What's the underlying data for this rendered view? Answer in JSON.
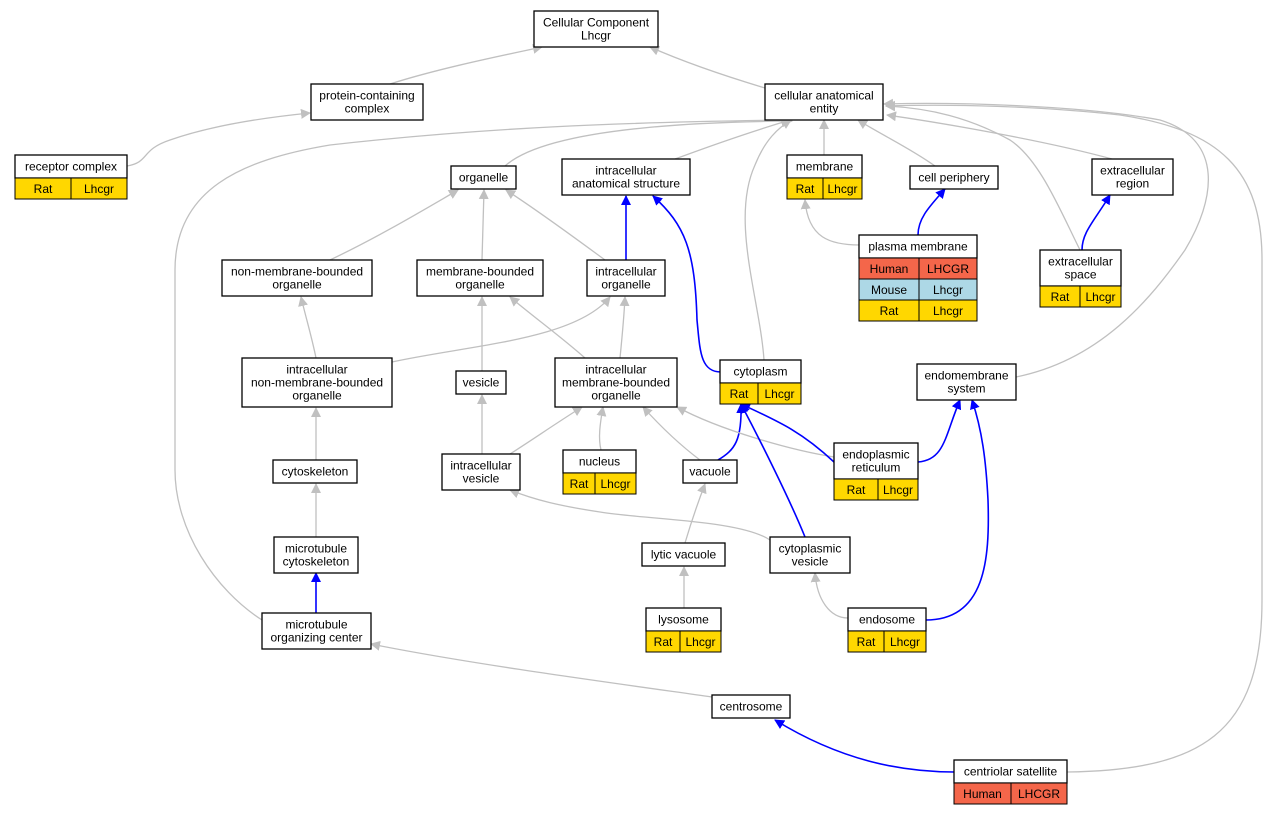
{
  "diagram": {
    "colors": {
      "human": "#f4664a",
      "mouse": "#add8e6",
      "rat": "#ffd700",
      "is_a_edge": "#c0c0c0",
      "part_of_edge": "#0000ff"
    },
    "nodes": [
      {
        "id": "cellular-component",
        "lines": [
          "Cellular Component",
          "Lhcgr"
        ],
        "rows": []
      },
      {
        "id": "protein-containing-complex",
        "lines": [
          "protein-containing",
          "complex"
        ],
        "rows": []
      },
      {
        "id": "cellular-anatomical-entity",
        "lines": [
          "cellular anatomical",
          "entity"
        ],
        "rows": []
      },
      {
        "id": "receptor-complex",
        "lines": [
          "receptor complex"
        ],
        "rows": [
          {
            "species": "Rat",
            "gene": "Lhcgr"
          }
        ]
      },
      {
        "id": "organelle",
        "lines": [
          "organelle"
        ],
        "rows": []
      },
      {
        "id": "intracellular-anatomical-structure",
        "lines": [
          "intracellular",
          "anatomical structure"
        ],
        "rows": []
      },
      {
        "id": "membrane",
        "lines": [
          "membrane"
        ],
        "rows": [
          {
            "species": "Rat",
            "gene": "Lhcgr"
          }
        ]
      },
      {
        "id": "cell-periphery",
        "lines": [
          "cell periphery"
        ],
        "rows": []
      },
      {
        "id": "extracellular-region",
        "lines": [
          "extracellular",
          "region"
        ],
        "rows": []
      },
      {
        "id": "plasma-membrane",
        "lines": [
          "plasma membrane"
        ],
        "rows": [
          {
            "species": "Human",
            "gene": "LHCGR"
          },
          {
            "species": "Mouse",
            "gene": "Lhcgr"
          },
          {
            "species": "Rat",
            "gene": "Lhcgr"
          }
        ]
      },
      {
        "id": "extracellular-space",
        "lines": [
          "extracellular",
          "space"
        ],
        "rows": [
          {
            "species": "Rat",
            "gene": "Lhcgr"
          }
        ]
      },
      {
        "id": "non-membrane-bounded-organelle",
        "lines": [
          "non-membrane-bounded",
          "organelle"
        ],
        "rows": []
      },
      {
        "id": "membrane-bounded-organelle",
        "lines": [
          "membrane-bounded",
          "organelle"
        ],
        "rows": []
      },
      {
        "id": "intracellular-organelle",
        "lines": [
          "intracellular",
          "organelle"
        ],
        "rows": []
      },
      {
        "id": "intracellular-non-membrane-bounded-organelle",
        "lines": [
          "intracellular",
          "non-membrane-bounded",
          "organelle"
        ],
        "rows": []
      },
      {
        "id": "vesicle",
        "lines": [
          "vesicle"
        ],
        "rows": []
      },
      {
        "id": "intracellular-membrane-bounded-organelle",
        "lines": [
          "intracellular",
          "membrane-bounded",
          "organelle"
        ],
        "rows": []
      },
      {
        "id": "cytoplasm",
        "lines": [
          "cytoplasm"
        ],
        "rows": [
          {
            "species": "Rat",
            "gene": "Lhcgr"
          }
        ]
      },
      {
        "id": "endomembrane-system",
        "lines": [
          "endomembrane",
          "system"
        ],
        "rows": []
      },
      {
        "id": "cytoskeleton",
        "lines": [
          "cytoskeleton"
        ],
        "rows": []
      },
      {
        "id": "intracellular-vesicle",
        "lines": [
          "intracellular",
          "vesicle"
        ],
        "rows": []
      },
      {
        "id": "nucleus",
        "lines": [
          "nucleus"
        ],
        "rows": [
          {
            "species": "Rat",
            "gene": "Lhcgr"
          }
        ]
      },
      {
        "id": "vacuole",
        "lines": [
          "vacuole"
        ],
        "rows": []
      },
      {
        "id": "endoplasmic-reticulum",
        "lines": [
          "endoplasmic",
          "reticulum"
        ],
        "rows": [
          {
            "species": "Rat",
            "gene": "Lhcgr"
          }
        ]
      },
      {
        "id": "microtubule-cytoskeleton",
        "lines": [
          "microtubule",
          "cytoskeleton"
        ],
        "rows": []
      },
      {
        "id": "lytic-vacuole",
        "lines": [
          "lytic vacuole"
        ],
        "rows": []
      },
      {
        "id": "cytoplasmic-vesicle",
        "lines": [
          "cytoplasmic",
          "vesicle"
        ],
        "rows": []
      },
      {
        "id": "microtubule-organizing-center",
        "lines": [
          "microtubule",
          "organizing center"
        ],
        "rows": []
      },
      {
        "id": "lysosome",
        "lines": [
          "lysosome"
        ],
        "rows": [
          {
            "species": "Rat",
            "gene": "Lhcgr"
          }
        ]
      },
      {
        "id": "endosome",
        "lines": [
          "endosome"
        ],
        "rows": [
          {
            "species": "Rat",
            "gene": "Lhcgr"
          }
        ]
      },
      {
        "id": "centrosome",
        "lines": [
          "centrosome"
        ],
        "rows": []
      },
      {
        "id": "centriolar-satellite",
        "lines": [
          "centriolar satellite"
        ],
        "rows": [
          {
            "species": "Human",
            "gene": "LHCGR"
          }
        ]
      }
    ],
    "edges": [
      {
        "from": "protein-containing-complex",
        "to": "cellular-component",
        "type": "is_a"
      },
      {
        "from": "cellular-anatomical-entity",
        "to": "cellular-component",
        "type": "is_a"
      },
      {
        "from": "receptor-complex",
        "to": "protein-containing-complex",
        "type": "is_a"
      },
      {
        "from": "organelle",
        "to": "cellular-anatomical-entity",
        "type": "is_a"
      },
      {
        "from": "intracellular-anatomical-structure",
        "to": "cellular-anatomical-entity",
        "type": "is_a"
      },
      {
        "from": "membrane",
        "to": "cellular-anatomical-entity",
        "type": "is_a"
      },
      {
        "from": "cell-periphery",
        "to": "cellular-anatomical-entity",
        "type": "is_a"
      },
      {
        "from": "extracellular-region",
        "to": "cellular-anatomical-entity",
        "type": "is_a"
      },
      {
        "from": "plasma-membrane",
        "to": "membrane",
        "type": "is_a"
      },
      {
        "from": "plasma-membrane",
        "to": "cell-periphery",
        "type": "part_of"
      },
      {
        "from": "extracellular-space",
        "to": "extracellular-region",
        "type": "part_of"
      },
      {
        "from": "extracellular-space",
        "to": "cellular-anatomical-entity",
        "type": "is_a"
      },
      {
        "from": "non-membrane-bounded-organelle",
        "to": "organelle",
        "type": "is_a"
      },
      {
        "from": "membrane-bounded-organelle",
        "to": "organelle",
        "type": "is_a"
      },
      {
        "from": "intracellular-organelle",
        "to": "organelle",
        "type": "is_a"
      },
      {
        "from": "intracellular-organelle",
        "to": "intracellular-anatomical-structure",
        "type": "part_of"
      },
      {
        "from": "intracellular-non-membrane-bounded-organelle",
        "to": "non-membrane-bounded-organelle",
        "type": "is_a"
      },
      {
        "from": "intracellular-non-membrane-bounded-organelle",
        "to": "intracellular-organelle",
        "type": "is_a"
      },
      {
        "from": "vesicle",
        "to": "membrane-bounded-organelle",
        "type": "is_a"
      },
      {
        "from": "intracellular-membrane-bounded-organelle",
        "to": "membrane-bounded-organelle",
        "type": "is_a"
      },
      {
        "from": "intracellular-membrane-bounded-organelle",
        "to": "intracellular-organelle",
        "type": "is_a"
      },
      {
        "from": "cytoplasm",
        "to": "intracellular-anatomical-structure",
        "type": "part_of"
      },
      {
        "from": "cytoplasm",
        "to": "cellular-anatomical-entity",
        "type": "is_a"
      },
      {
        "from": "endomembrane-system",
        "to": "cellular-anatomical-entity",
        "type": "is_a"
      },
      {
        "from": "cytoskeleton",
        "to": "intracellular-non-membrane-bounded-organelle",
        "type": "is_a"
      },
      {
        "from": "intracellular-vesicle",
        "to": "vesicle",
        "type": "is_a"
      },
      {
        "from": "intracellular-vesicle",
        "to": "intracellular-membrane-bounded-organelle",
        "type": "is_a"
      },
      {
        "from": "nucleus",
        "to": "intracellular-membrane-bounded-organelle",
        "type": "is_a"
      },
      {
        "from": "vacuole",
        "to": "intracellular-membrane-bounded-organelle",
        "type": "is_a"
      },
      {
        "from": "vacuole",
        "to": "cytoplasm",
        "type": "part_of"
      },
      {
        "from": "endoplasmic-reticulum",
        "to": "intracellular-membrane-bounded-organelle",
        "type": "is_a"
      },
      {
        "from": "endoplasmic-reticulum",
        "to": "cytoplasm",
        "type": "part_of"
      },
      {
        "from": "endoplasmic-reticulum",
        "to": "endomembrane-system",
        "type": "part_of"
      },
      {
        "from": "microtubule-cytoskeleton",
        "to": "cytoskeleton",
        "type": "is_a"
      },
      {
        "from": "lytic-vacuole",
        "to": "vacuole",
        "type": "is_a"
      },
      {
        "from": "cytoplasmic-vesicle",
        "to": "intracellular-vesicle",
        "type": "is_a"
      },
      {
        "from": "cytoplasmic-vesicle",
        "to": "cytoplasm",
        "type": "part_of"
      },
      {
        "from": "microtubule-organizing-center",
        "to": "microtubule-cytoskeleton",
        "type": "part_of"
      },
      {
        "from": "microtubule-organizing-center",
        "to": "cellular-anatomical-entity",
        "type": "is_a"
      },
      {
        "from": "lysosome",
        "to": "lytic-vacuole",
        "type": "is_a"
      },
      {
        "from": "endosome",
        "to": "cytoplasmic-vesicle",
        "type": "is_a"
      },
      {
        "from": "endosome",
        "to": "endomembrane-system",
        "type": "part_of"
      },
      {
        "from": "centrosome",
        "to": "microtubule-organizing-center",
        "type": "is_a"
      },
      {
        "from": "centriolar-satellite",
        "to": "centrosome",
        "type": "part_of"
      },
      {
        "from": "centriolar-satellite",
        "to": "cellular-anatomical-entity",
        "type": "is_a"
      }
    ]
  }
}
